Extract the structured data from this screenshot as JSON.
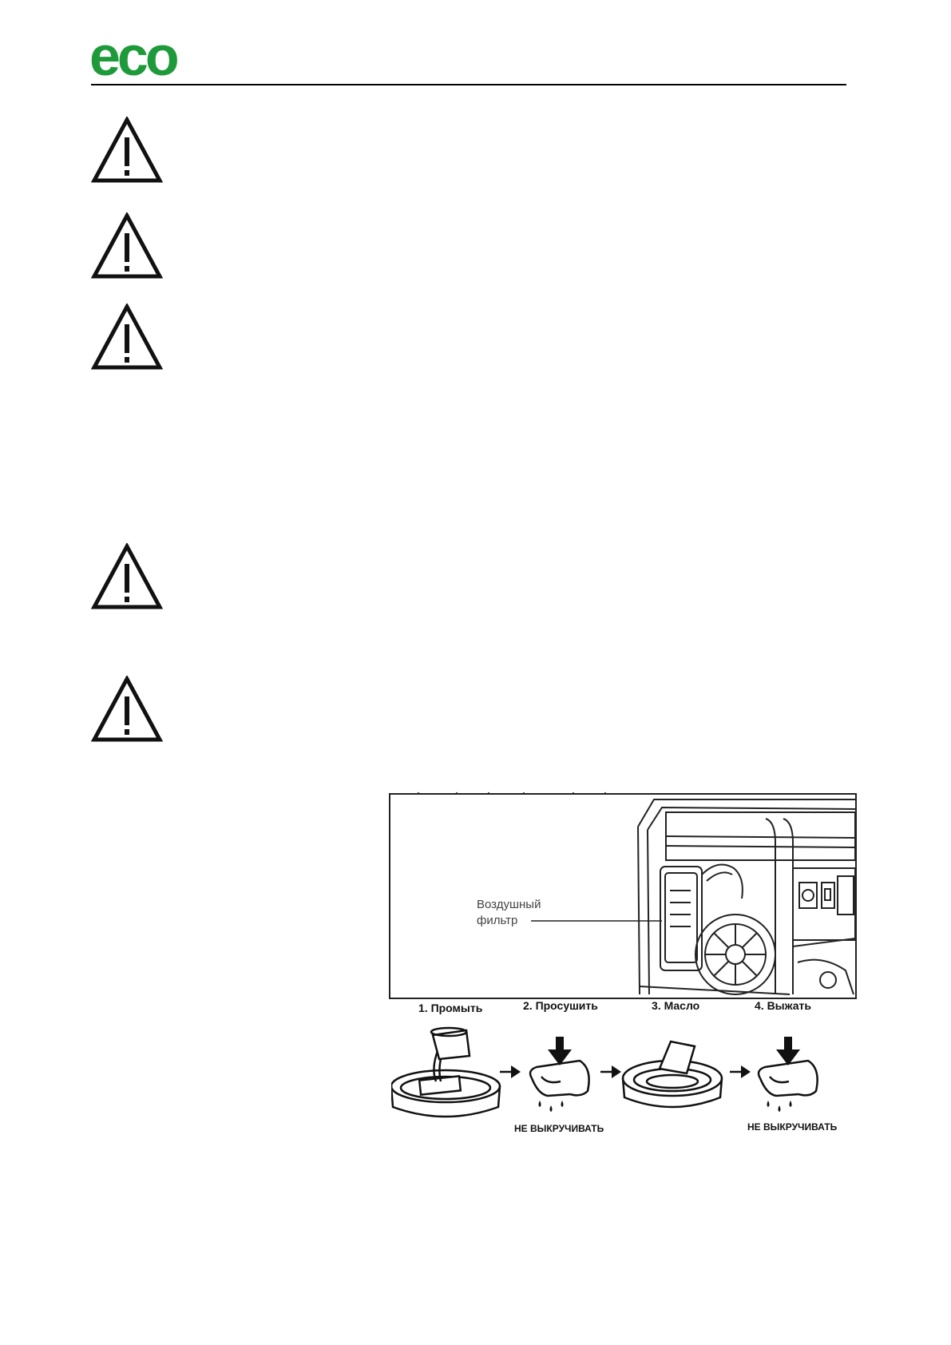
{
  "header": {
    "logo_text": "eco",
    "brand_color": "#1e9a3b"
  },
  "warnings": {
    "icon": "warning-triangle-icon",
    "count": 5
  },
  "figure": {
    "callout": {
      "line1": "Воздушный",
      "line2": "фильтр"
    },
    "steps": [
      {
        "label": "1. Промыть"
      },
      {
        "label": "2. Просушить",
        "note": "НЕ ВЫКРУЧИВАТЬ"
      },
      {
        "label": "3. Масло"
      },
      {
        "label": "4. Выжать",
        "note": "НЕ ВЫКРУЧИВАТЬ"
      }
    ]
  }
}
